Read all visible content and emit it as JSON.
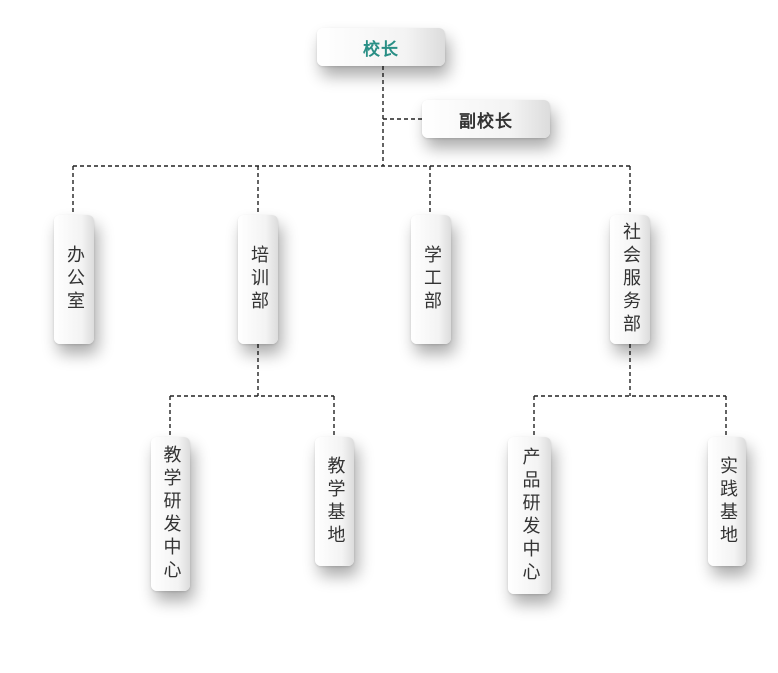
{
  "org": {
    "principal": "校长",
    "vice_principal": "副校长",
    "departments": {
      "office": "办公室",
      "training": "培训部",
      "student_affairs": "学工部",
      "social_services": "社会服务部"
    },
    "sub_units": {
      "teaching_research_center": "教学研发中心",
      "teaching_base": "教学基地",
      "product_research_center": "产品研发中心",
      "practice_base": "实践基地"
    }
  },
  "colors": {
    "principal_text": "#2a8f86",
    "node_text": "#333333",
    "connector": "#222222"
  }
}
